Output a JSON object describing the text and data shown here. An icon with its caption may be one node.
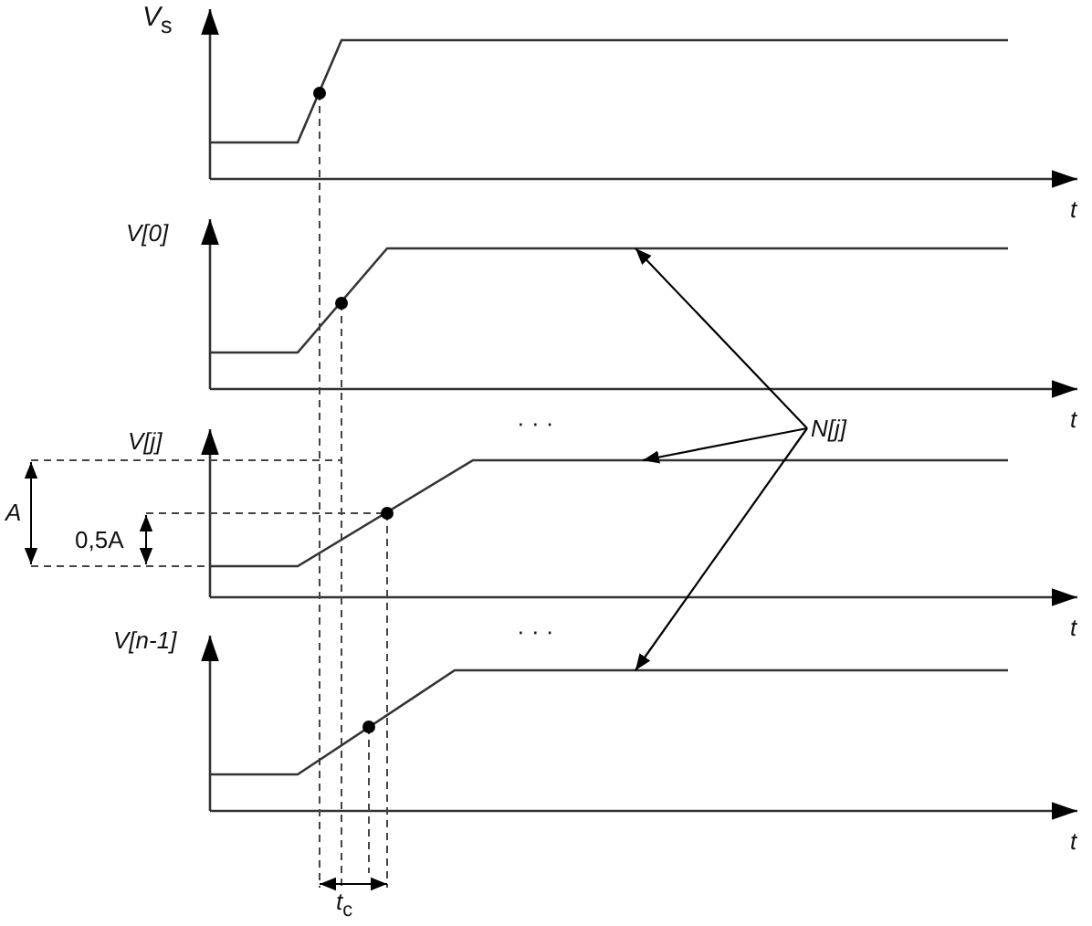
{
  "diagram": {
    "nodes": [
      {
        "text": [
          "N[j]"
        ]
      },
      {
        "text": [],
        "shape": "line"
      },
      {
        "text": [],
        "shape": "line"
      },
      {
        "text": [],
        "shape": "line"
      }
    ],
    "edges": [
      {
        "from": 0,
        "to": 1,
        "arrow": "to"
      },
      {
        "from": 0,
        "to": 2,
        "arrow": "to"
      },
      {
        "from": 0,
        "to": 3,
        "arrow": "to"
      }
    ],
    "labels": [
      "*V*$_{s}$",
      "t",
      "V[0]",
      "t",
      "V[j]",
      "· · ·",
      "A",
      "0,5A",
      "t",
      "V[n-1]",
      "· · ·",
      "t",
      "*t*$_{c}$"
    ]
  }
}
